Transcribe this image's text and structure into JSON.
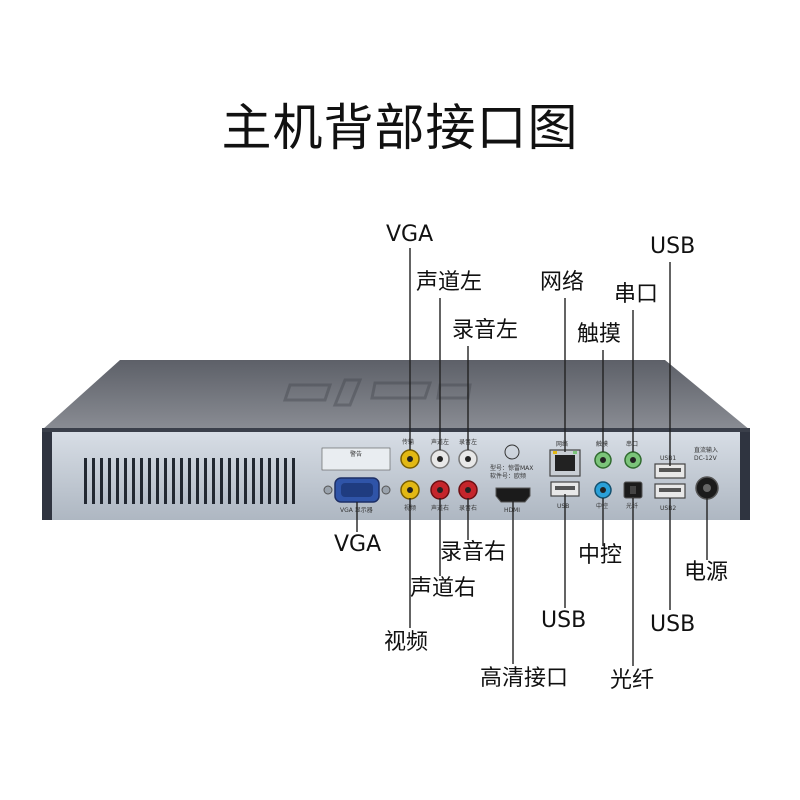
{
  "title": "主机背部接口图",
  "labels": {
    "vga_top": "VGA",
    "usb_top": "USB",
    "left_channel": "声道左",
    "network": "网络",
    "serial": "串口",
    "record_left": "录音左",
    "touch": "触摸",
    "vga_bottom": "VGA",
    "record_right": "录音右",
    "center_control": "中控",
    "power": "电源",
    "right_channel": "声道右",
    "usb_mid": "USB",
    "usb_bottom": "USB",
    "video": "视频",
    "hdmi": "高清接口",
    "optical": "光纤"
  },
  "panel_text": {
    "vga_display": "VGA 显示器",
    "video": "视频",
    "right_channel": "声道右",
    "record_right": "录音右",
    "hdmi": "HDMI",
    "usb": "USB",
    "center_control": "中控",
    "optical": "光纤",
    "usb1": "USB1",
    "usb2": "USB2",
    "network": "网络",
    "touch": "触摸",
    "serial": "串口",
    "dc_input": "直流输入",
    "dc_voltage": "DC-12V",
    "model": "型号：惊雷MAX",
    "software": "软件号：欧频",
    "warning": "警告",
    "left_channel": "声道左",
    "record_left": "录音左",
    "vga_label": "传输"
  },
  "colors": {
    "case_top": "#6e7178",
    "case_front": "#c4ccd6",
    "case_edge": "#2f3440",
    "yellow_jack": "#e2b814",
    "red_jack": "#c5252b",
    "white_jack": "#e8e8e8",
    "green_jack": "#7bc47a",
    "blue_jack": "#2aa0d8",
    "vga_port": "#2f54a8"
  }
}
